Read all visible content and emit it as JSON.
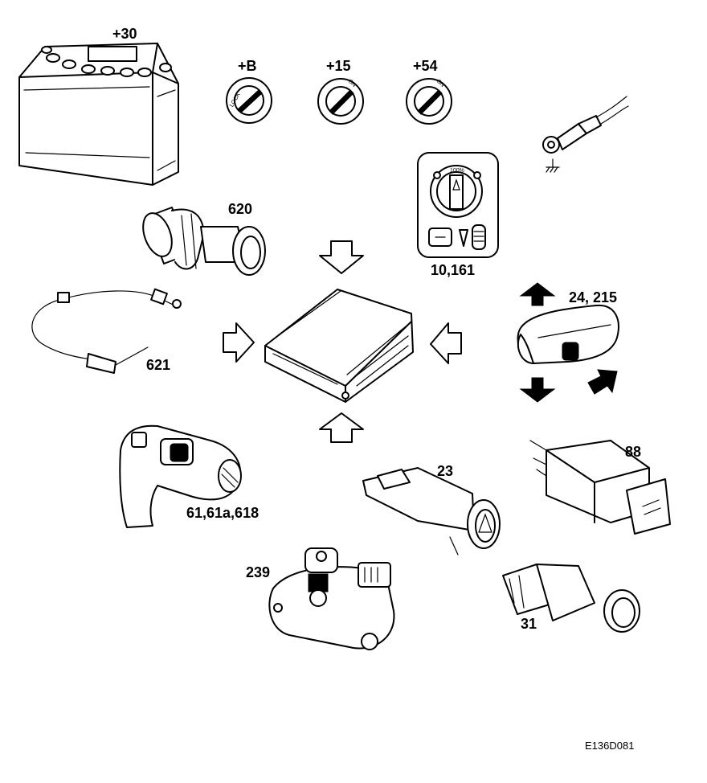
{
  "diagram": {
    "components": [
      {
        "id": "battery",
        "label": "+30"
      },
      {
        "id": "ignition-b",
        "label": "+B",
        "marking": "LOCK"
      },
      {
        "id": "ignition-15",
        "label": "+15",
        "marking": "ON"
      },
      {
        "id": "ignition-54",
        "label": "+54",
        "marking": "ON"
      },
      {
        "id": "ground",
        "label": ""
      },
      {
        "id": "headlamp-switch",
        "label": "10,161",
        "marking": "100%"
      },
      {
        "id": "sensor-620",
        "label": "620"
      },
      {
        "id": "cable-621",
        "label": "621"
      },
      {
        "id": "stalk-switch-24",
        "label": "24, 215"
      },
      {
        "id": "stalk-switch-61",
        "label": "61,61a,618"
      },
      {
        "id": "hazard-switch",
        "label": "23"
      },
      {
        "id": "foglamp-switch",
        "label": "88"
      },
      {
        "id": "motor-239",
        "label": "239"
      },
      {
        "id": "temp-sensor",
        "label": "31"
      },
      {
        "id": "control-unit",
        "label": ""
      }
    ],
    "code": "E136D081"
  }
}
